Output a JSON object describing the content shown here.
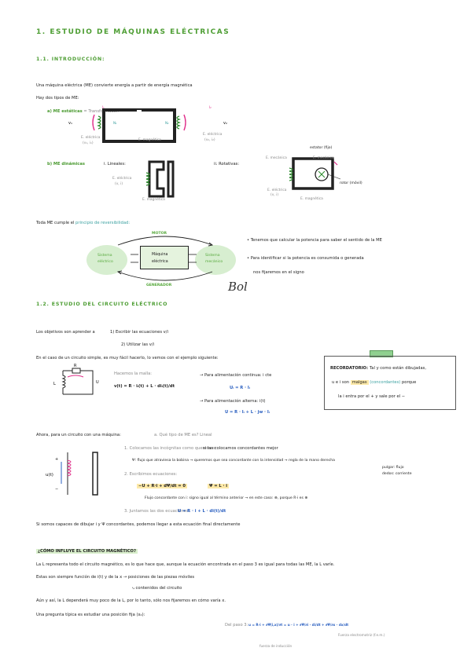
{
  "title": "1. ESTUDIO DE MÁQUINAS ELÉCTRICAS",
  "s1": {
    "heading": "1.1. INTRODUCCIÓN:",
    "line1": "Una máquina eléctrica (ME) convierte energía a partir de energía magnética",
    "line2": "Hay dos tipos de ME:",
    "a_label": "a) ME estáticas",
    "a_rest": "= Transformador:",
    "a_e1": "E. eléctrica",
    "a_e1b": "(v₁, i₁)",
    "a_mag": "E. magnética",
    "a_e2": "E. eléctrica",
    "a_e2b": "(v₂, i₂)",
    "b_label": "b) ME dinámicas",
    "b_i": "i. Lineales:",
    "b_i_e": "E. eléctrica",
    "b_i_eb": "(v, i)",
    "b_i_mag": "E. magnética",
    "b_ii": "ii. Rotativas:",
    "b_ii_mec1": "E. mecánica",
    "b_ii_mec2": "E. mecánica",
    "b_ii_estator": "estator (fijo)",
    "b_ii_rotor": "rotor (móvil)",
    "b_ii_e": "E. eléctrica",
    "b_ii_eb": "(v, i)",
    "b_ii_mag": "E. magnética",
    "rev_prefix": "Toda ME cumple el",
    "rev_link": "principio de reversibilidad:",
    "motor": "MOTOR",
    "generador": "GENERADOR",
    "sis_e1": "Sistema",
    "sis_e2": "eléctrico",
    "maq1": "Máquina",
    "maq2": "eléctrica",
    "sis_m1": "Sistema",
    "sis_m2": "mecánico",
    "bul1": "Tenemos que calcular la potencia para saber el sentido de la ME",
    "bul2": "Para identificar si la potencia es consumida o generada",
    "bul3": "nos fijaremos en el signo",
    "signature": "Bol"
  },
  "s2": {
    "heading": "1.2. ESTUDIO DEL CIRCUITO ELÉCTRICO",
    "obj": "Los objetivos son aprender a",
    "obj1": "1) Escribir las ecuaciones v/i",
    "obj2": "2) Utilizar las v/i",
    "simple": "En el caso de un circuito simple, es muy fácil hacerlo, lo vemos con el ejemplo siguiente:",
    "malla": "Hacemos la malla:",
    "eq1": "v(t) = R · iₗ(t) + L · diₗ(t)/dt",
    "cont": "→ Para alimentación continua: i cte",
    "cont_eq": "Uₗ = R · Iₗ",
    "alt": "→ Para alimentación alterna: i(t)",
    "alt_eq": "U = R · Iₗ + L · jw · Iₗ",
    "rec_title": "RECORDATORIO:",
    "rec1": "Tal y como están dibujadas,",
    "rec2": "u e i son",
    "rec2b": "malgas",
    "rec2c": "(concordantes)",
    "rec2d": "porque",
    "rec3": "la i entra por el + y sale por el −",
    "ahora": "Ahora, para un circuito con una máquina:",
    "ahora_q": "a. Qué tipo de ME es? Lineal",
    "st1": "1. Colocamos las incógnitas como queremos:",
    "st1b": "si las colocamos concordantes mejor",
    "psi": "Ψ: flujo que atraviesa la bobina → queremos que sea concordante con la intensidad → regla de la mano derecha",
    "pulgar1": "pulgar: flujo",
    "pulgar2": "dedos: corriente",
    "st2": "2. Escribimos ecuaciones:",
    "eq2": "−U + R·i + dΨ/dt = 0",
    "eq2b": "Ψ = L · i",
    "flujo": "Flujo concordante con i: signo igual al término anterior → en este caso: ⊕, porque R·i es ⊕",
    "st3": "3. Juntamos las dos ecuaciones:",
    "eq3": "U = R · i + L · di(t)/dt",
    "si": "Si somos capaces de dibujar i y Ψ concordantes, podemos llegar a esta ecuación final directamente",
    "influye": "¿CÓMO INFLUYE EL CIRCUITO MAGNÉTICO?",
    "inf1": "La L representa todo el circuito magnético, es lo que hace que, aunque la ecuación encontrada en el paso 3 es igual para todas las ME, la L varíe.",
    "inf2": "Estas son siempre función de i(t) y de la x → posiciones de las piezas móviles",
    "inf3": "⤷ contenidos del circuito",
    "inf4": "Aún y así, la L dependerá muy poco de la L, por lo tanto, sólo nos fijaremos en cómo varía x.",
    "inf5": "Una pregunta típica es estudiar una posición fija (x₀):",
    "paso3": "Del paso 3:",
    "paso3eq": "u = R·i + ∂Ψ(i,x)/∂t = u · i + ∂Ψ/∂i · di/dt + ∂Ψ/∂x · dx/dt",
    "fem": "Fuerza electromotriz (f.e.m.)",
    "fem2": "fuerza de inducción"
  }
}
